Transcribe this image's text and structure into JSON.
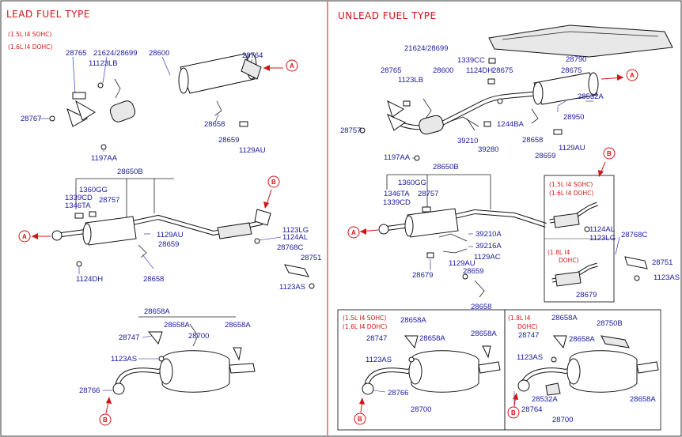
{
  "sections": {
    "lead_title": "LEAD FUEL TYPE",
    "unlead_title": "UNLEAD FUEL TYPE",
    "lead_note_1": "(1.5L I4 SOHC)",
    "lead_note_2": "(1.6L I4 DOHC)",
    "box_note_a1": "(1.5L I4 SOHC)",
    "box_note_a2": "(1.6L I4 DOHC)",
    "box_note_b1": "(1.8L I4",
    "box_note_b2": "DOHC)",
    "muf_note_a1": "(1.5L I4 SOHC)",
    "muf_note_a2": "(1.6L I4 DOHC)",
    "muf_note_b1": "(1.8L I4",
    "muf_note_b2": "DOHC)"
  },
  "refs": {
    "A": "A",
    "B": "B"
  },
  "lead_front": [
    "28765",
    "21624/28699",
    "28600",
    "28764",
    "11123LB",
    "28767",
    "28658",
    "28659",
    "1129AU",
    "1197AA"
  ],
  "lead_center": [
    "28650B",
    "1360GG",
    "1339CD",
    "1346TA",
    "28757",
    "1129AU",
    "28659",
    "28658",
    "1124DH",
    "1123LG",
    "1124AL",
    "28768C",
    "28751",
    "1123AS"
  ],
  "lead_rear": [
    "28658A",
    "28747",
    "28658A",
    "28658A",
    "28700",
    "1123AS",
    "28766"
  ],
  "unlead_front": [
    "21624/28699",
    "1339CC",
    "28790",
    "28765",
    "1123LB",
    "28600",
    "1124DH",
    "28675",
    "28675",
    "28532A",
    "28950",
    "28757",
    "1197AA",
    "1244BA",
    "39210",
    "39280",
    "28658",
    "28659",
    "1129AU"
  ],
  "unlead_center": [
    "28650B",
    "1360GG",
    "1346TA",
    "28757",
    "1339CD",
    "39210A",
    "39216A",
    "1129AC",
    "1129AU",
    "28659",
    "28679",
    "28658",
    "1124AL",
    "1123LG",
    "28768C",
    "28751",
    "1123AS",
    "28679"
  ],
  "unlead_rear_a": [
    "28658A",
    "28747",
    "28658A",
    "28658A",
    "1123AS",
    "28766",
    "28700"
  ],
  "unlead_rear_b": [
    "28658A",
    "28750B",
    "28747",
    "28658A",
    "1123AS",
    "28532A",
    "28764",
    "28700",
    "28658A"
  ]
}
